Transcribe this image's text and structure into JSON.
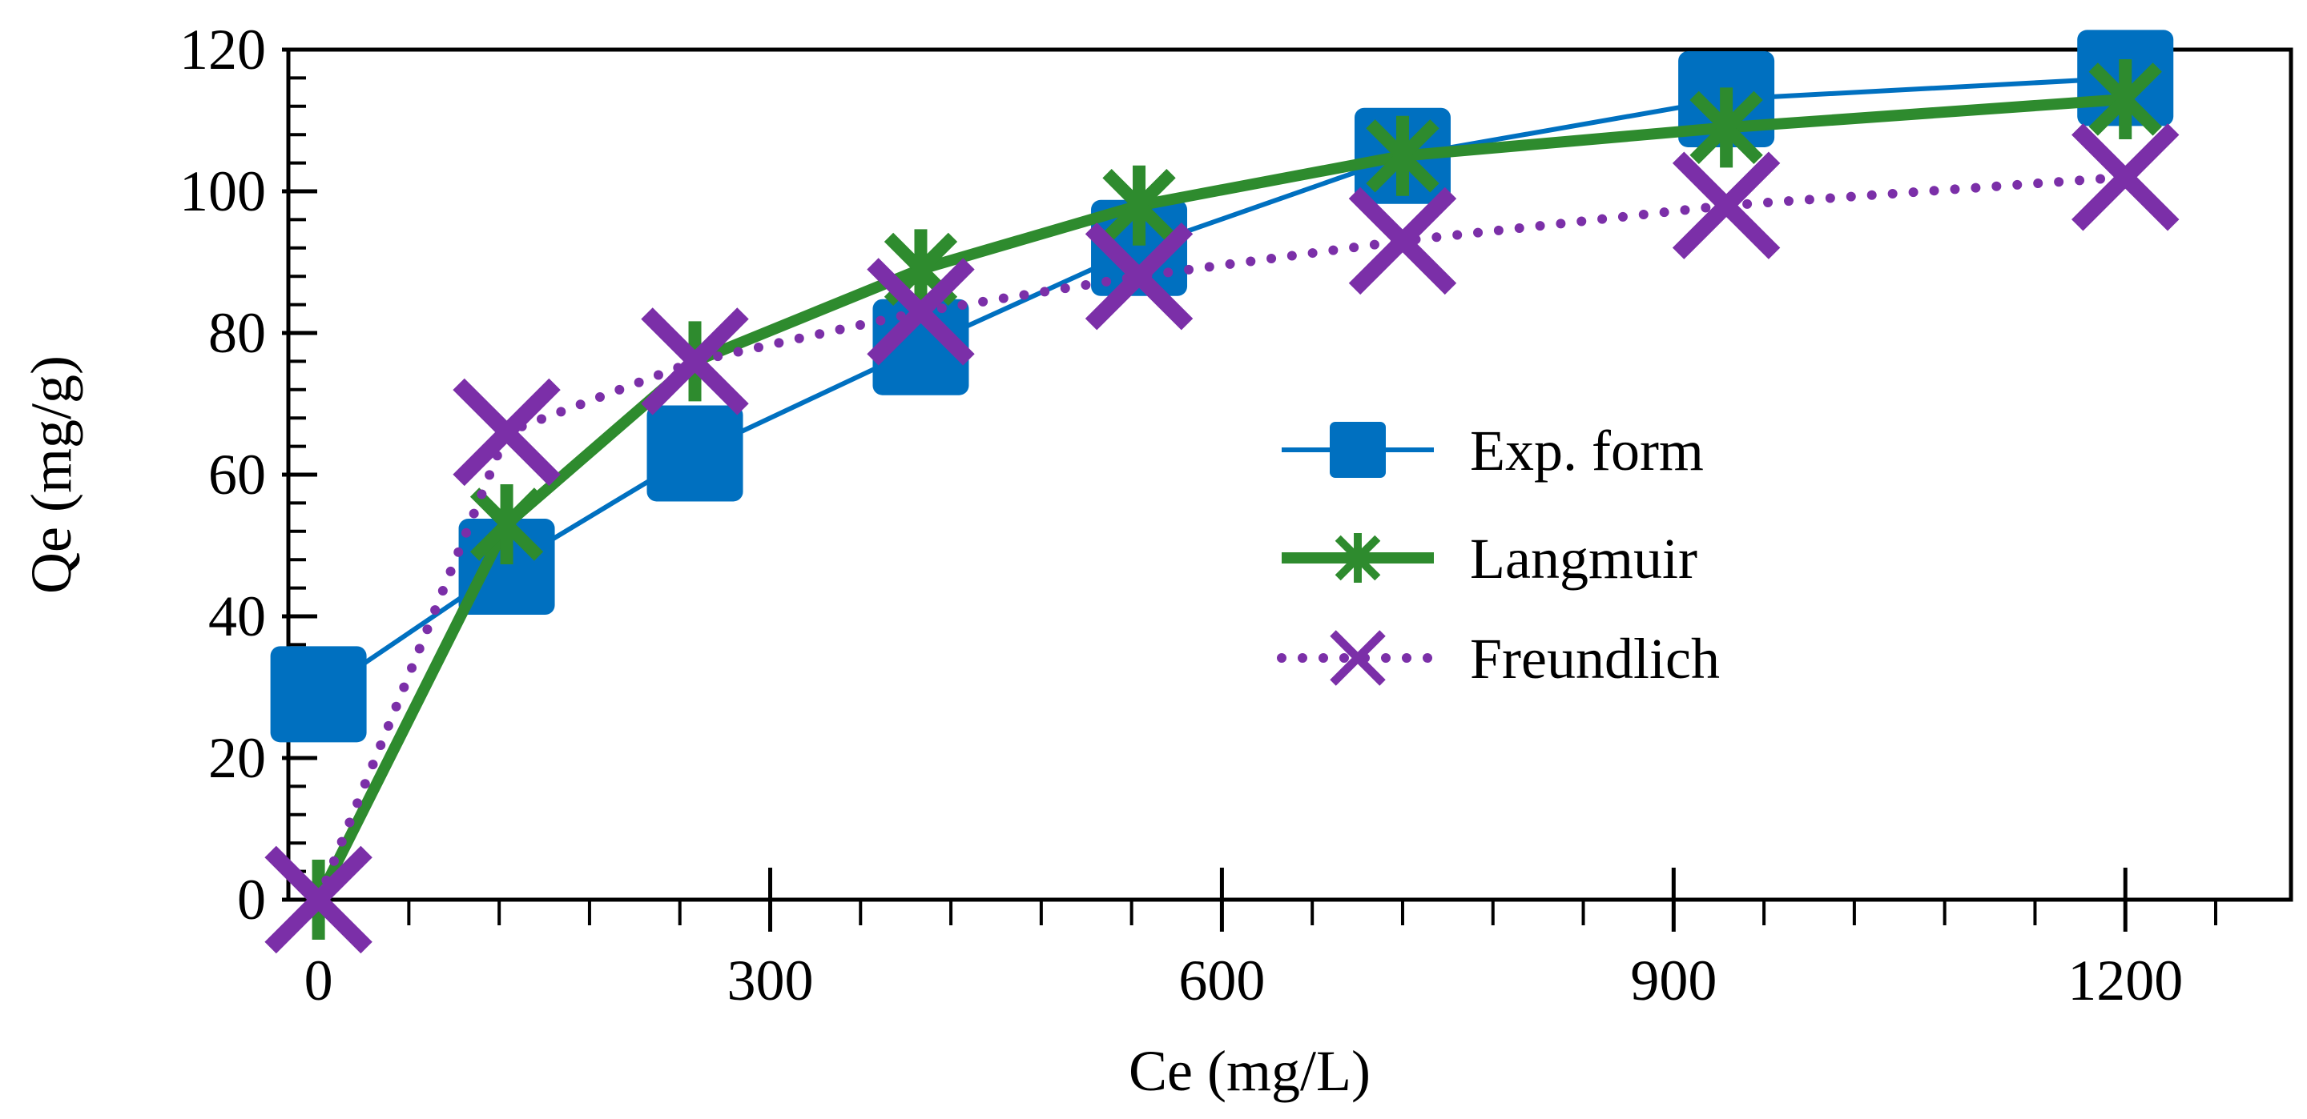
{
  "chart_data": {
    "type": "line",
    "xlabel": "Ce (mg/L)",
    "ylabel": "Qe (mg/g)",
    "xlim": [
      -20,
      1310
    ],
    "ylim": [
      0,
      120
    ],
    "xticks": [
      0,
      300,
      600,
      900,
      1200
    ],
    "yticks": [
      0,
      20,
      40,
      60,
      80,
      100,
      120
    ],
    "x_minor_step": 60,
    "y_minor_step": 4,
    "grid": false,
    "legend_position": "center-right",
    "series": [
      {
        "name": "Exp. form",
        "color": "#0070C0",
        "marker": "square",
        "line_style": "solid",
        "x": [
          0,
          125,
          250,
          400,
          545,
          720,
          935,
          1200
        ],
        "y": [
          29,
          47,
          63,
          78,
          92,
          105,
          113,
          116
        ]
      },
      {
        "name": "Langmuir",
        "color": "#2E8B2E",
        "marker": "star",
        "line_style": "solid-thick",
        "x": [
          0,
          125,
          250,
          400,
          545,
          720,
          935,
          1200
        ],
        "y": [
          0,
          53,
          76,
          89,
          98,
          105,
          109,
          113
        ]
      },
      {
        "name": "Freundlich",
        "color": "#7B2FA8",
        "marker": "x",
        "line_style": "dotted",
        "x": [
          0,
          125,
          250,
          400,
          545,
          720,
          935,
          1200
        ],
        "y": [
          0,
          66,
          76,
          83,
          88,
          93,
          98,
          102
        ]
      }
    ]
  }
}
